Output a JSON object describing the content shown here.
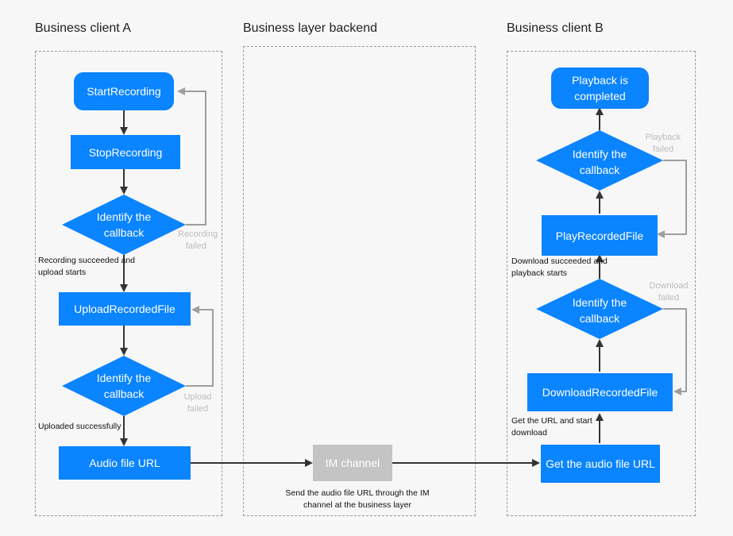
{
  "columns": {
    "client_a": "Business client A",
    "backend": "Business layer backend",
    "client_b": "Business client B"
  },
  "client_a": {
    "start": "StartRecording",
    "stop": "StopRecording",
    "identify1": "Identify the callback",
    "fail1": "Recording failed",
    "note1": "Recording succeeded and upload starts",
    "upload": "UploadRecordedFile",
    "identify2": "Identify the callback",
    "fail2": "Upload failed",
    "note2": "Uploaded successfully",
    "audio_url": "Audio file URL"
  },
  "backend": {
    "im_channel": "IM channel",
    "note": "Send the audio file URL through the IM channel at the business layer"
  },
  "client_b": {
    "get_url": "Get the audio file URL",
    "note_get": "Get the URL and start download",
    "download": "DownloadRecordedFile",
    "identify_dl": "Identify the callback",
    "fail_dl": "Download failed",
    "note_dl": "Download succeeded and playback starts",
    "play": "PlayRecordedFile",
    "identify_play": "Identify the callback",
    "fail_play": "Playback failed",
    "completed": "Playback is completed"
  },
  "colors": {
    "primary": "#0a84ff",
    "channel": "#c4c4c4",
    "arrow_main": "#333333",
    "arrow_fail": "#9e9e9e"
  }
}
